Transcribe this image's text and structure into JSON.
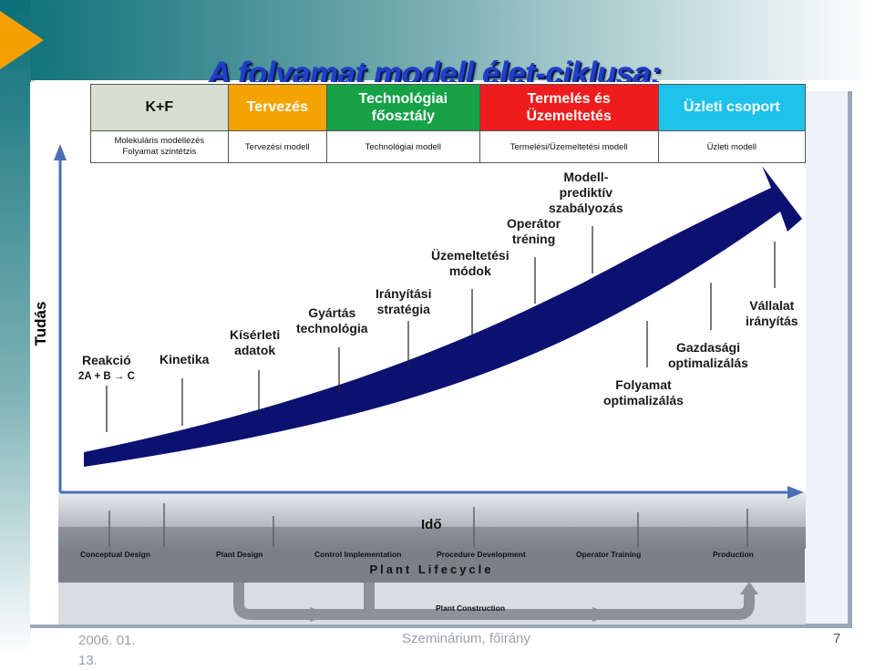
{
  "slide": {
    "title": "A folyamat modell élet-ciklusa:",
    "page_number": "7",
    "footer_date": "2006. 01. 13.",
    "footer_center": "Szeminárium, főirány"
  },
  "header_table": {
    "departments": [
      "K+F",
      "Tervezés",
      "Technológiai főosztály",
      "Termelés és Üzemeltetés",
      "Üzleti csoport"
    ],
    "models": [
      "Molekuláris modellezés\nFolyamat szintétzis",
      "Tervezési modell",
      "Technológiai modell",
      "Termelési/Üzemeltetési modell",
      "Üzleti modell"
    ],
    "colors": [
      "#d7dfd0",
      "#f5a300",
      "#17a248",
      "#ee1c1c",
      "#1ec2ea"
    ]
  },
  "axes": {
    "y_label": "Tudás",
    "x_label": "Idő"
  },
  "milestones_upper": [
    {
      "label": "Reakció",
      "sub": "2A + B → C"
    },
    {
      "label": "Kinetika"
    },
    {
      "label": "Kísérleti\nadatok"
    },
    {
      "label": "Gyártás\ntechnológia"
    },
    {
      "label": "Irányítási\nstratégia"
    },
    {
      "label": "Üzemeltetési\nmódok"
    },
    {
      "label": "Operátor\ntréning"
    },
    {
      "label": "Modell-\nprediktív\nszabályozás"
    }
  ],
  "milestones_lower": [
    {
      "label": "Folyamat\noptimalizálás"
    },
    {
      "label": "Gazdasági\noptimalizálás"
    },
    {
      "label": "Vállalat\nirányítás"
    }
  ],
  "lifecycle": {
    "stages": [
      "Conceptual Design",
      "Plant Design",
      "Control Implementation",
      "Procedure Development",
      "Operator Training",
      "Production"
    ],
    "bar_label": "Plant Lifecycle",
    "construction_label": "Plant Construction"
  },
  "colors": {
    "arrow": "#0b1170",
    "title": "#1f3fc8",
    "axis": "#4a6fb5"
  }
}
